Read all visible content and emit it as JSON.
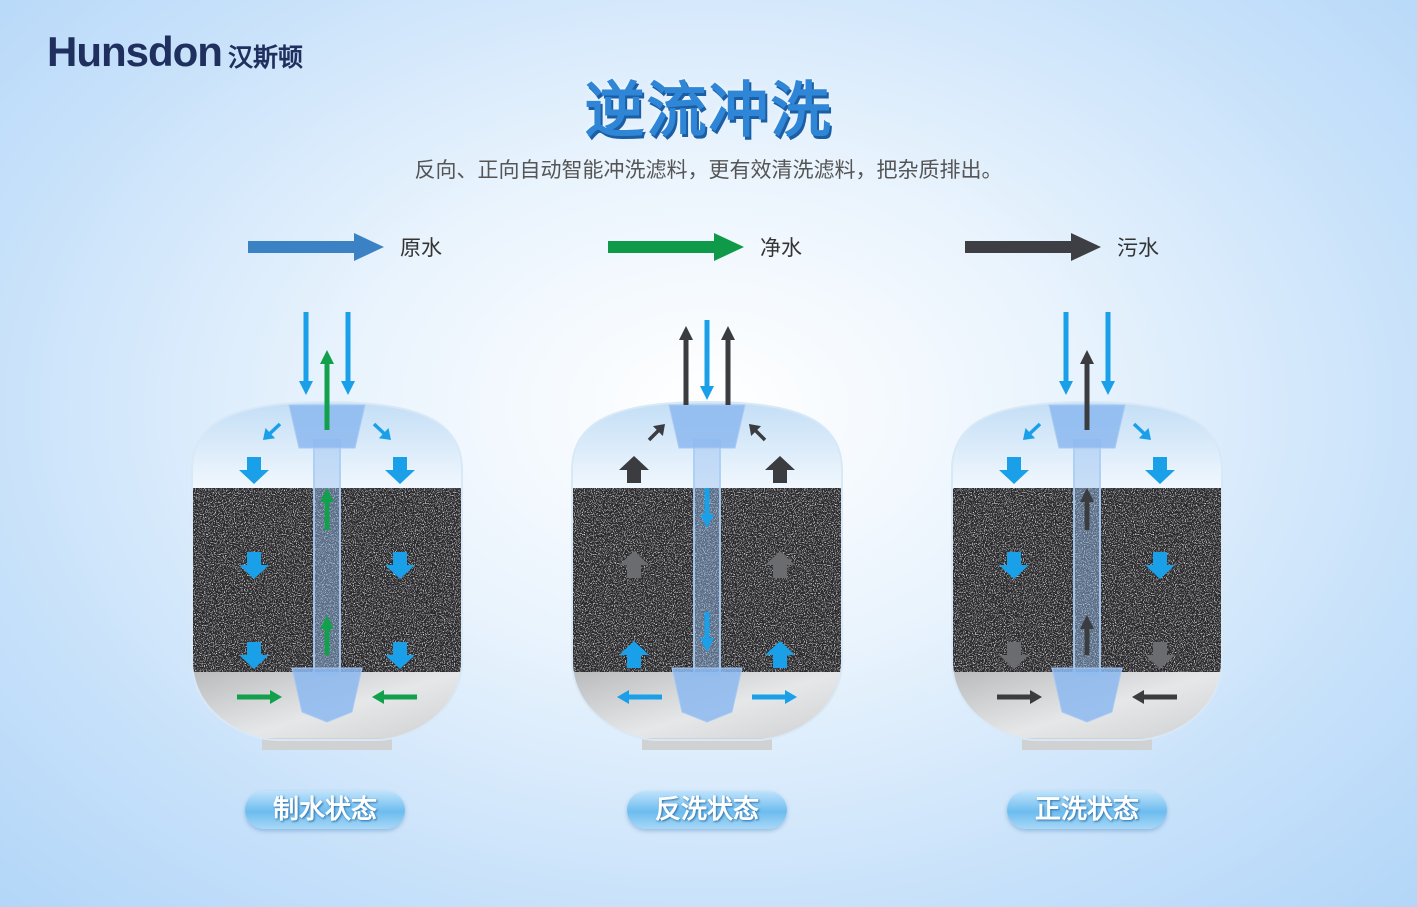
{
  "brand": {
    "name_en": "Hunsdon",
    "name_cn": "汉斯顿"
  },
  "title": "逆流冲洗",
  "subtitle": "反向、正向自动智能冲洗滤料，更有效清洗滤料，把杂质排出。",
  "legend": [
    {
      "label": "原水",
      "color": "#3b82c4"
    },
    {
      "label": "净水",
      "color": "#0e9a48"
    },
    {
      "label": "污水",
      "color": "#3d3f44"
    }
  ],
  "colors": {
    "raw": "#1aa0e8",
    "clean": "#12a04c",
    "dirty": "#3a3c40",
    "dirty_light": "#6a6c70"
  },
  "states": [
    {
      "label": "制水状态"
    },
    {
      "label": "反洗状态"
    },
    {
      "label": "正洗状态"
    }
  ]
}
